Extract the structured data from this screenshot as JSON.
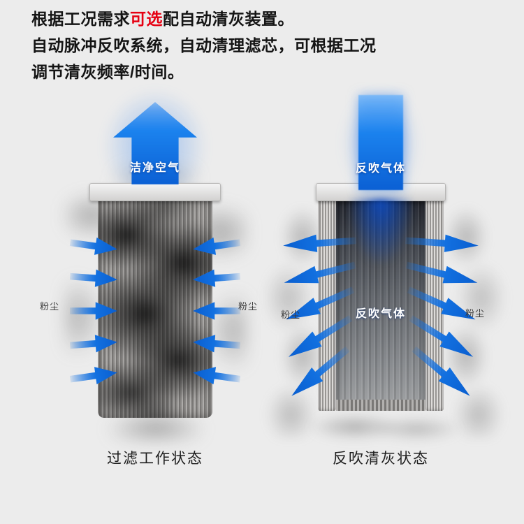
{
  "colors": {
    "bg": "#ececec",
    "arrow_blue": "#1270e0",
    "arrow_blue_dark": "#0a5ecf",
    "highlight_red": "#e60012",
    "text_dark": "#141414"
  },
  "header": {
    "line1_pre": "根据工况需求",
    "line1_highlight": "可选",
    "line1_post": "配自动清灰装置。",
    "line2": "自动脉冲反吹系统，自动清理滤芯，可根据工况",
    "line3": "调节清灰频率/时间。"
  },
  "left_figure": {
    "clean_air_label": "洁净空气",
    "dust_label": "粉尘",
    "caption": "过滤工作状态"
  },
  "right_figure": {
    "top_flow_label": "反吹气体",
    "inner_flow_label": "反吹气体",
    "dust_label": "粉尘",
    "caption": "反吹清灰状态"
  }
}
